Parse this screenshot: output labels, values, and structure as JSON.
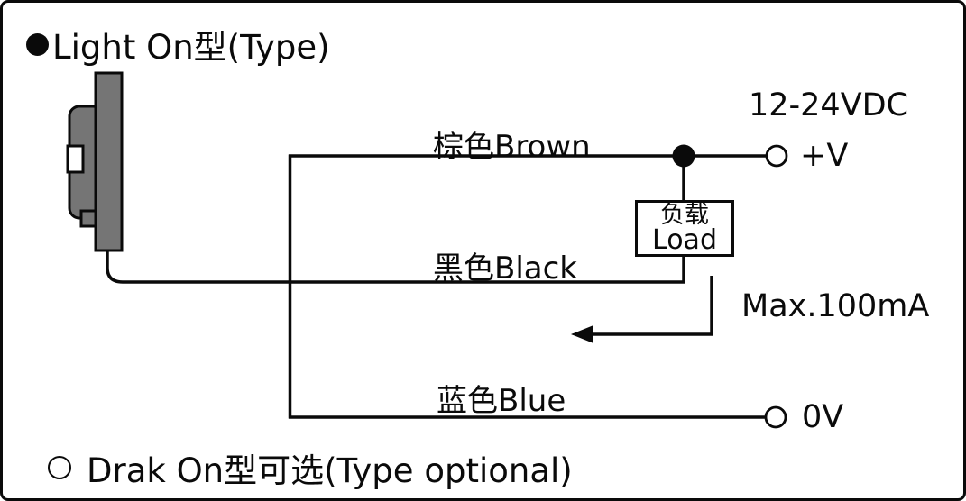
{
  "diagram": {
    "title": "Light On型(Type)",
    "footnote": "Drak On型可选(Type optional)",
    "supply_label": "12-24VDC",
    "current_note": "Max.100mA",
    "terminals": {
      "positive": "+V",
      "negative": "0V"
    },
    "wires": {
      "brown": "棕色Brown",
      "black": "黑色Black",
      "blue": "蓝色Blue"
    },
    "load_box": {
      "line1": "负载",
      "line2": "Load"
    },
    "icons": {
      "title_bullet": "filled-circle",
      "footnote_bullet": "hollow-circle",
      "junction": "filled-dot",
      "terminal": "open-circle",
      "flow_arrow": "left-arrow"
    },
    "colors": {
      "line": "#0a0a0a",
      "sensor_gray": "#757575",
      "background": "#ffffff"
    }
  }
}
